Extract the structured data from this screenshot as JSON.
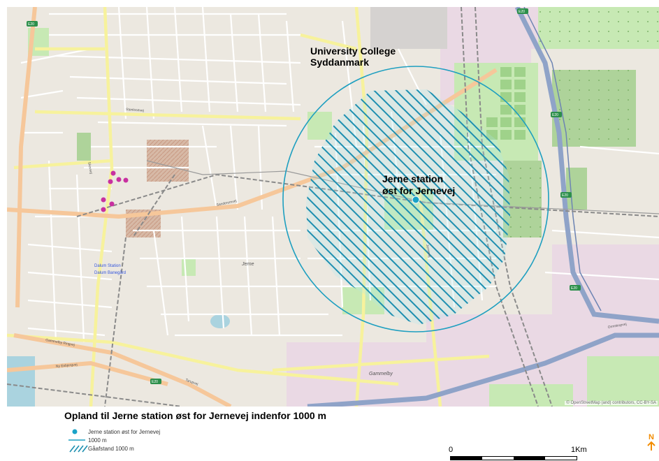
{
  "map": {
    "labels": {
      "university": [
        "University College",
        "Syddanmark"
      ],
      "station": [
        "Jerne station",
        "øst for Jernevej"
      ],
      "dalum_stations": [
        "Dalum Station",
        "Dalum Banegård"
      ],
      "jerne_area": "Jerne",
      "gammelby": "Gammelby",
      "roads": [
        "Stenlosevej",
        "Skovvej",
        "Sanderumvej",
        "Jernevej",
        "Gammelby Ringvej",
        "Tarupvej",
        "Ny Esbjergvej",
        "Ormstrupvej"
      ]
    },
    "route_shields": [
      "E20",
      "E20",
      "E20",
      "E20",
      "E20",
      "E20"
    ],
    "attribution": "© OpenStreetMap (and) contributors, CC-BY-SA",
    "catchment_radius_m": 1000,
    "colors": {
      "buffer_ring": "#1e9fc0",
      "hatch": "#1e8fb0",
      "station_dot": "#1aa3c8",
      "motorway": "#8fa3c8",
      "major_road": "#f6c79a",
      "secondary_road": "#f7f29c",
      "rail": "#8a8a8a",
      "park": "#c7e9b4",
      "forest": "#aed39a",
      "industrial": "#ead9e4",
      "residential": "#ece8e0"
    }
  },
  "title": "Opland til Jerne station øst for Jernevej indenfor 1000 m",
  "legend": {
    "items": [
      {
        "label": "Jerne station øst for Jernevej",
        "icon": "station-point-icon"
      },
      {
        "label": "1000 m",
        "icon": "buffer-line-icon"
      },
      {
        "label": "Gåafstand 1000 m",
        "icon": "hatch-area-icon"
      }
    ]
  },
  "scale": {
    "start": "0",
    "end": "1Km"
  },
  "north": "N"
}
